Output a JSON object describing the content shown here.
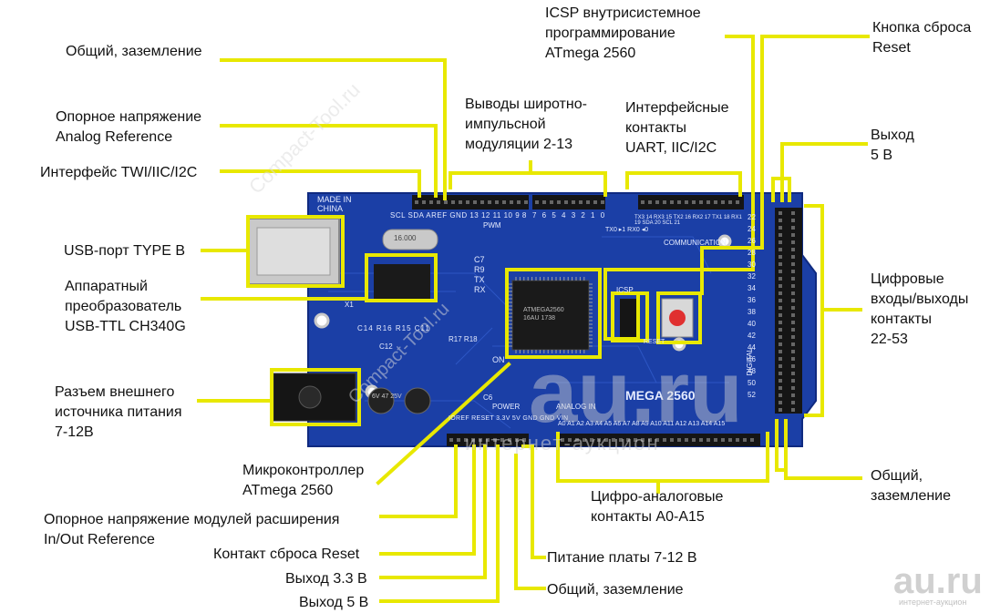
{
  "colors": {
    "callout": "#e8e800",
    "board": "#1b3fa6",
    "board_dark": "#0f2a80",
    "header": "#151515",
    "chip": "#1a1a1a",
    "silver": "#c9c9c9",
    "reset_button": "#e03030",
    "watermark": "#c8c8c8"
  },
  "labels": {
    "gnd_top": [
      "Общий, заземление"
    ],
    "aref": [
      "Опорное напряжение",
      "Analog Reference"
    ],
    "twi": [
      "Интерфейс TWI/IIC/I2C"
    ],
    "usb_port": [
      "USB-порт TYPE B"
    ],
    "usb_ttl": [
      "Аппаратный",
      "преобразователь",
      "USB-TTL CH340G"
    ],
    "power_jack": [
      "Разъем внешнего",
      "источника питания",
      "7-12В"
    ],
    "mcu": [
      "Микроконтроллер",
      "ATmega 2560"
    ],
    "ioref": [
      "Опорное напряжение модулей расширения",
      "In/Out Reference"
    ],
    "reset_pin": [
      "Контакт сброса Reset"
    ],
    "out33": [
      "Выход 3.3 В"
    ],
    "out5_bottom": [
      "Выход 5 В"
    ],
    "pwm": [
      "Выводы широтно-",
      "импульсной",
      "модуляции 2-13"
    ],
    "icsp": [
      "ICSP внутрисистемное",
      "программирование",
      "ATmega 2560"
    ],
    "uart": [
      "Интерфейсные",
      "контакты",
      "UART, IIC/I2C"
    ],
    "reset_btn": [
      "Кнопка сброса",
      "Reset"
    ],
    "out5_right": [
      "Выход",
      "5 В"
    ],
    "digital": [
      "Цифровые",
      "входы/выходы",
      "контакты",
      "22-53"
    ],
    "gnd_right": [
      "Общий,",
      "заземление"
    ],
    "analog": [
      "Цифро-аналоговые",
      "контакты A0-A15"
    ],
    "vin": [
      "Питание платы 7-12 В"
    ],
    "gnd_bottom": [
      "Общий, заземление"
    ]
  },
  "board_text": {
    "made_in": [
      "MADE IN",
      "CHINA"
    ],
    "top_pins": "SCL SDA AREF GND 13 12 11 10 9 8",
    "pwm": "PWM",
    "pins_7_0": "7 6 5 4 3 2 1 0",
    "tx_rx": "TX0 ▸1  RX0 ◂0",
    "comm_pins": "TX3 14  RX3 15  TX2 16  RX2 17  TX1 18  RX1 19  SDA 20  SCL 21",
    "communication": "COMMUNICATION",
    "led_labels": [
      "C7",
      "R9",
      "TX",
      "RX"
    ],
    "chip_text": [
      "ATMEGA2560",
      "16AU 1738"
    ],
    "icsp": "ICSP",
    "reset": "RESET",
    "mega": "MEGA  2560",
    "on": "ON",
    "power": "POWER",
    "analog_in": "ANALOG IN",
    "power_pins": "IOREF RESET 3.3V 5V GND GND VIN",
    "analog_pins": "A0 A1 A2 A3 A4 A5 A6 A7  A8 A9 A10 A11 A12 A13 A14 A15",
    "digital": "DIGITAL",
    "digital_numbers": "22 24 26 28 30 32 34 36 38 40 42 44 46 48 50 52",
    "components": [
      "C14",
      "R16",
      "R15",
      "C11",
      "R17",
      "R18",
      "C12",
      "C6",
      "X1",
      "16.000"
    ],
    "caps": [
      "6V",
      "47",
      "25V"
    ]
  },
  "watermarks": {
    "diag1": "Compact-Tool.ru",
    "diag2": "Compact-Tool.ru",
    "center": "au.ru",
    "center_sub": "интернет-аукцион",
    "corner": "au.ru",
    "corner_sub": "интернет-аукцион"
  }
}
